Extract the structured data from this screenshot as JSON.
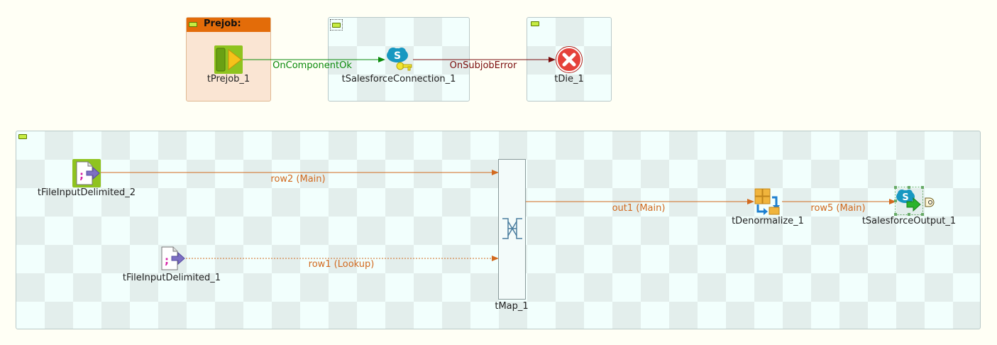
{
  "prejob": {
    "title": "Prejob:"
  },
  "components": {
    "tprejob": "tPrejob_1",
    "tsf_connection": "tSalesforceConnection_1",
    "tdie": "tDie_1",
    "tfile2": "tFileInputDelimited_2",
    "tfile1": "tFileInputDelimited_1",
    "tmap": "tMap_1",
    "tdenormalize": "tDenormalize_1",
    "tsf_output": "tSalesforceOutput_1"
  },
  "links": {
    "on_component_ok": "OnComponentOk",
    "on_subjob_error": "OnSubjobError",
    "row2": "row2 (Main)",
    "row1": "row1 (Lookup)",
    "out1": "out1 (Main)",
    "row5": "row5 (Main)"
  },
  "colors": {
    "ok_link": "#0a8a0a",
    "error_link": "#7a0b0b",
    "main_link": "#d2691e",
    "prejob_header": "#e36c09"
  },
  "icons": [
    "prejob-icon",
    "salesforce-connection-icon",
    "die-icon",
    "file-input-icon",
    "map-icon",
    "denormalize-icon",
    "salesforce-output-icon"
  ]
}
